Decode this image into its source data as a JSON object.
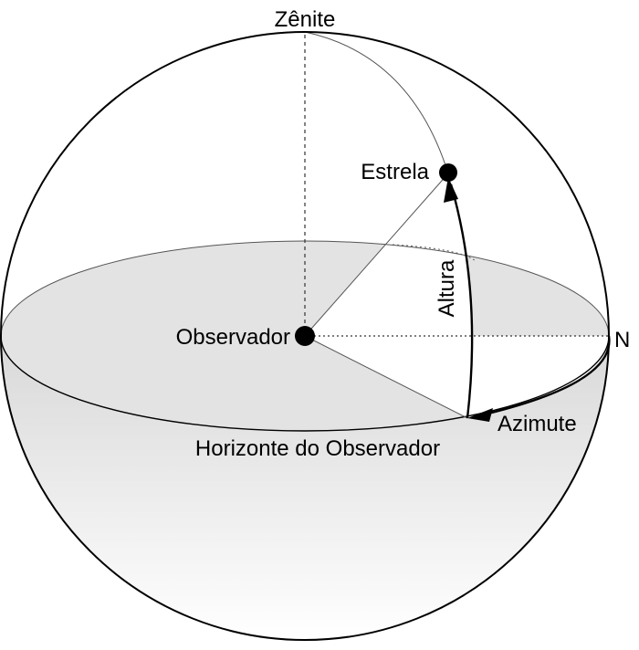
{
  "diagram": {
    "labels": {
      "zenith": "Zênite",
      "star": "Estrela",
      "observer": "Observador",
      "altitude": "Altura",
      "north": "N",
      "azimuth": "Azimute",
      "horizon": "Horizonte do Observador"
    },
    "colors": {
      "line": "#000000",
      "thin_line": "#555555",
      "horizon_fill": "#e3e3e3",
      "lower_hemisphere_top": "#dcdcdc",
      "lower_hemisphere_bottom": "#ffffff"
    }
  }
}
